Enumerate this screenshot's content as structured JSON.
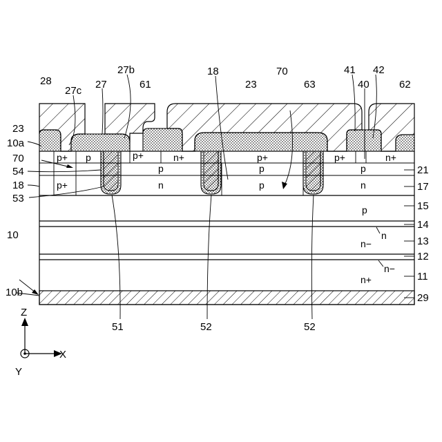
{
  "refs": {
    "r28": "28",
    "r27c": "27c",
    "r27": "27",
    "r27b": "27b",
    "r61": "61",
    "r18top": "18",
    "r23top": "23",
    "r70top": "70",
    "r63": "63",
    "r41": "41",
    "r40": "40",
    "r42": "42",
    "r62": "62",
    "r23": "23",
    "r10a": "10a",
    "r70": "70",
    "r54": "54",
    "r18": "18",
    "r53": "53",
    "r10": "10",
    "r10b": "10b",
    "r21": "21",
    "r17": "17",
    "r15": "15",
    "r14": "14",
    "r13": "13",
    "r12": "12",
    "r11": "11",
    "r29": "29",
    "r51": "51",
    "r52a": "52",
    "r52b": "52"
  },
  "doping": {
    "pp_a": "p+",
    "p_a": "p",
    "pp_b": "p+",
    "np_a": "n+",
    "pp_c": "p+",
    "pp_d": "p+",
    "np_b": "n+",
    "p_b": "p",
    "p_c": "p",
    "p_d": "p",
    "pp_e": "p+",
    "n_a": "n",
    "p_e": "p",
    "n_b": "n",
    "p_f": "p",
    "n_c": "n",
    "nm_a": "n−",
    "nm_b": "n−",
    "np_c": "n+"
  },
  "axes": {
    "z": "Z",
    "x": "X",
    "y": "Y"
  }
}
